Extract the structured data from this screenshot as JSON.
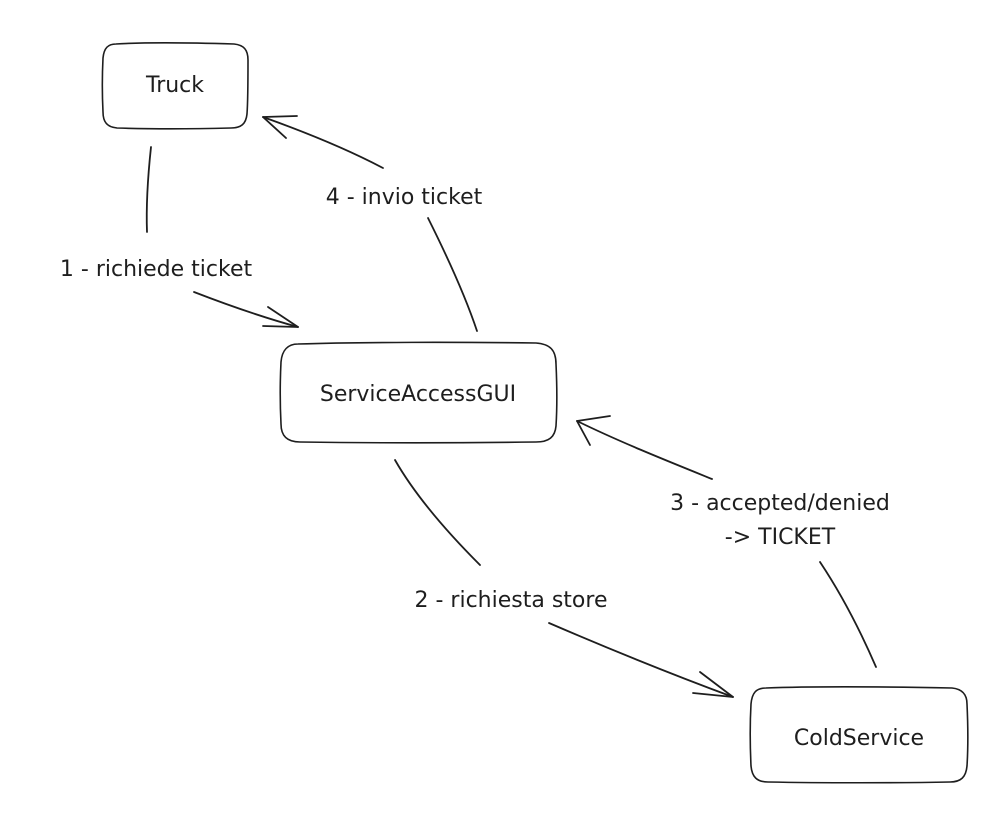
{
  "colors": {
    "stroke": "#1e1e1e",
    "background": "#ffffff"
  },
  "nodes": {
    "truck": "Truck",
    "service_access_gui": "ServiceAccessGUI",
    "cold_service": "ColdService"
  },
  "edges": {
    "step1": "1 - richiede ticket",
    "step2": "2 - richiesta store",
    "step3_line1": "3 - accepted/denied",
    "step3_line2": "-> TICKET",
    "step4": "4 - invio ticket"
  }
}
